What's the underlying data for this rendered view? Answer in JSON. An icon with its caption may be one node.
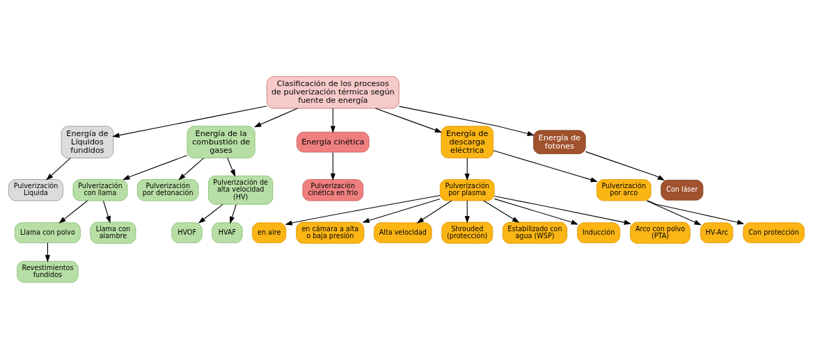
{
  "diagram": {
    "nodes": [
      {
        "text": [
          "Clasificación de los procesos de pulverización térmica según fuente de energía"
        ]
      },
      {
        "text": [
          "Energía de Líquidos fundidos"
        ]
      },
      {
        "text": [
          "Energía de la combustión de gases"
        ]
      },
      {
        "text": [
          "Energía cinética"
        ]
      },
      {
        "text": [
          "Energía de descarga eléctrica"
        ]
      },
      {
        "text": [
          "Energía de fotones"
        ]
      },
      {
        "text": [
          "Pulverización Liquida"
        ]
      },
      {
        "text": [
          "Pulverización con llama"
        ]
      },
      {
        "text": [
          "Pulverización por detonación"
        ]
      },
      {
        "text": [
          "Pulverización de alta velocidad (HV)"
        ]
      },
      {
        "text": [
          "Pulverización cinética en frio"
        ]
      },
      {
        "text": [
          "Pulverización por plasma"
        ]
      },
      {
        "text": [
          "Pulverización por arco"
        ]
      },
      {
        "text": [
          "Con láser"
        ]
      },
      {
        "text": [
          "Llama con polvo"
        ]
      },
      {
        "text": [
          "Llama con alambre"
        ]
      },
      {
        "text": [
          "HVOF"
        ]
      },
      {
        "text": [
          "HVAF"
        ]
      },
      {
        "text": [
          "HV-Arc"
        ]
      },
      {
        "text": [
          "Con protección"
        ]
      },
      {
        "text": [
          "Revestimientos fundidos"
        ]
      },
      {
        "text": [
          "en aire"
        ]
      },
      {
        "text": [
          "en cámara a alta o baja presión"
        ]
      },
      {
        "text": [
          "Alta velocidad"
        ]
      },
      {
        "text": [
          "Shrouded (protección)"
        ]
      },
      {
        "text": [
          "Estabilizado con agua (WSP)"
        ]
      },
      {
        "text": [
          "Inducción"
        ]
      },
      {
        "text": [
          "Arco con polvo (PTA)"
        ]
      }
    ],
    "edges": [
      {
        "from": 0,
        "to": 1,
        "arrow": "to"
      },
      {
        "from": 0,
        "to": 2,
        "arrow": "to"
      },
      {
        "from": 0,
        "to": 3,
        "arrow": "to"
      },
      {
        "from": 0,
        "to": 4,
        "arrow": "to"
      },
      {
        "from": 0,
        "to": 5,
        "arrow": "to"
      },
      {
        "from": 1,
        "to": 6,
        "arrow": "to"
      },
      {
        "from": 2,
        "to": 7,
        "arrow": "to"
      },
      {
        "from": 2,
        "to": 8,
        "arrow": "to"
      },
      {
        "from": 2,
        "to": 9,
        "arrow": "to"
      },
      {
        "from": 3,
        "to": 10,
        "arrow": "to"
      },
      {
        "from": 4,
        "to": 11,
        "arrow": "to"
      },
      {
        "from": 4,
        "to": 12,
        "arrow": "to"
      },
      {
        "from": 5,
        "to": 13,
        "arrow": "to"
      },
      {
        "from": 7,
        "to": 14,
        "arrow": "to"
      },
      {
        "from": 7,
        "to": 15,
        "arrow": "to"
      },
      {
        "from": 9,
        "to": 16,
        "arrow": "to"
      },
      {
        "from": 9,
        "to": 17,
        "arrow": "to"
      },
      {
        "from": 12,
        "to": 18,
        "arrow": "to"
      },
      {
        "from": 12,
        "to": 19,
        "arrow": "to"
      },
      {
        "from": 14,
        "to": 20,
        "arrow": "to"
      },
      {
        "from": 11,
        "to": 21,
        "arrow": "to"
      },
      {
        "from": 11,
        "to": 22,
        "arrow": "to"
      },
      {
        "from": 11,
        "to": 23,
        "arrow": "to"
      },
      {
        "from": 11,
        "to": 24,
        "arrow": "to"
      },
      {
        "from": 11,
        "to": 25,
        "arrow": "to"
      },
      {
        "from": 11,
        "to": 26,
        "arrow": "to"
      },
      {
        "from": 11,
        "to": 27,
        "arrow": "to"
      }
    ]
  }
}
